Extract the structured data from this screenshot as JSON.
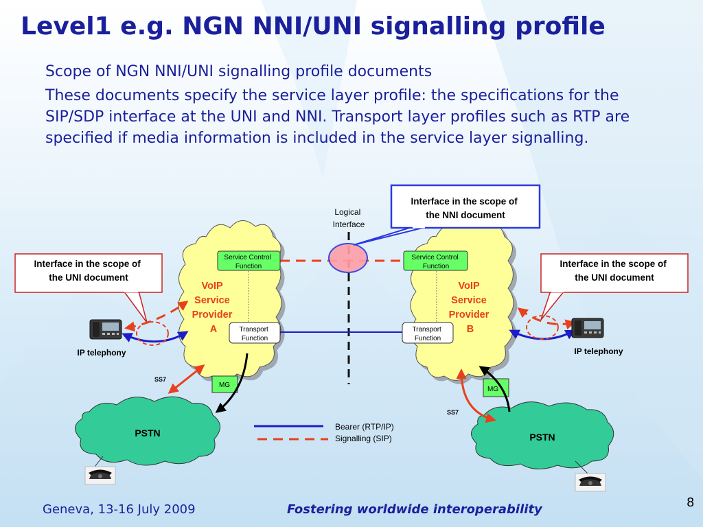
{
  "slide": {
    "title": "Level1 e.g. NGN NNI/UNI signalling profile",
    "subtitle": "Scope of NGN NNI/UNI signalling profile documents",
    "body": "These documents specify the service layer profile: the specifications for the SIP/SDP interface at the UNI and NNI. Transport layer profiles such as RTP are specified if media information is included in the service layer signalling.",
    "footer_left": "Geneva, 13-16 July 2009",
    "footer_center": "Fostering worldwide interoperability",
    "page_number": "8"
  },
  "diagram": {
    "nni_callout": [
      "Interface in the scope of",
      "the NNI document"
    ],
    "uni_callout_left": [
      "Interface in the scope of",
      "the UNI document"
    ],
    "uni_callout_right": [
      "Interface in the scope of",
      "the UNI document"
    ],
    "logical_interface": [
      "Logical",
      "Interface"
    ],
    "provider_a": [
      "VoIP",
      "Service",
      "Provider",
      "A"
    ],
    "provider_b": [
      "VoIP",
      "Service",
      "Provider",
      "B"
    ],
    "scf_a": [
      "Service Control",
      "Function"
    ],
    "scf_b": [
      "Service Control",
      "Function"
    ],
    "tf_a": [
      "Transport",
      "Function"
    ],
    "tf_b": [
      "Transport",
      "Function"
    ],
    "mg_a": "MG",
    "mg_b": "MG",
    "ss7_a": "SS7",
    "ss7_b": "SS7",
    "pstn_a": "PSTN",
    "pstn_b": "PSTN",
    "ip_tel_left": "IP telephony",
    "ip_tel_right": "IP telephony",
    "legend_bearer": "Bearer (RTP/IP)",
    "legend_signalling": "Signalling (SIP)",
    "colors": {
      "title": "#1a1f9c",
      "bearer": "#1c1cc8",
      "signalling": "#e8401c",
      "provider_text": "#e8401c",
      "cloud": "#ffff99",
      "pstn": "#33cc99",
      "box_green": "#66ff66"
    }
  }
}
